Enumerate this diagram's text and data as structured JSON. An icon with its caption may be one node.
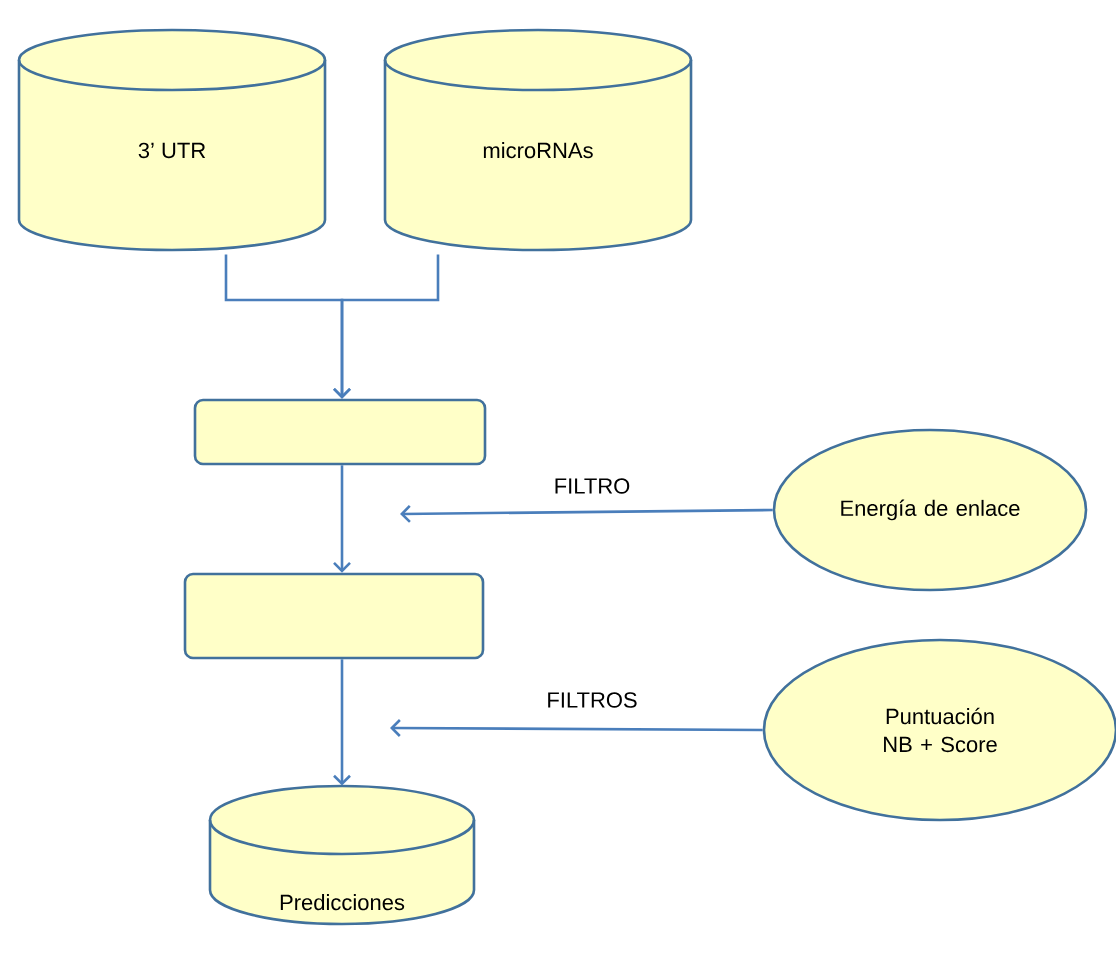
{
  "diagram": {
    "nodes": [
      {
        "text": [
          "3’ UTR"
        ]
      },
      {
        "text": [
          "microRNAs"
        ]
      },
      {
        "text": [],
        "shape": "box"
      },
      {
        "text": [
          "Energía de enlace"
        ]
      },
      {
        "text": [],
        "shape": "box"
      },
      {
        "text": [
          "Puntuación NB + Score"
        ]
      },
      {
        "text": [
          "Predicciones"
        ]
      }
    ],
    "edges": [
      {
        "from": 0,
        "to": 2,
        "arrow": "to"
      },
      {
        "from": 1,
        "to": 2,
        "arrow": "to"
      },
      {
        "from": 2,
        "to": 4,
        "arrow": "to"
      },
      {
        "from": 3,
        "to": null,
        "arrow": "to",
        "label": "FILTRO"
      },
      {
        "from": 4,
        "to": 6,
        "arrow": "to"
      },
      {
        "from": 5,
        "to": null,
        "arrow": "to",
        "label": "FILTROS"
      }
    ]
  }
}
